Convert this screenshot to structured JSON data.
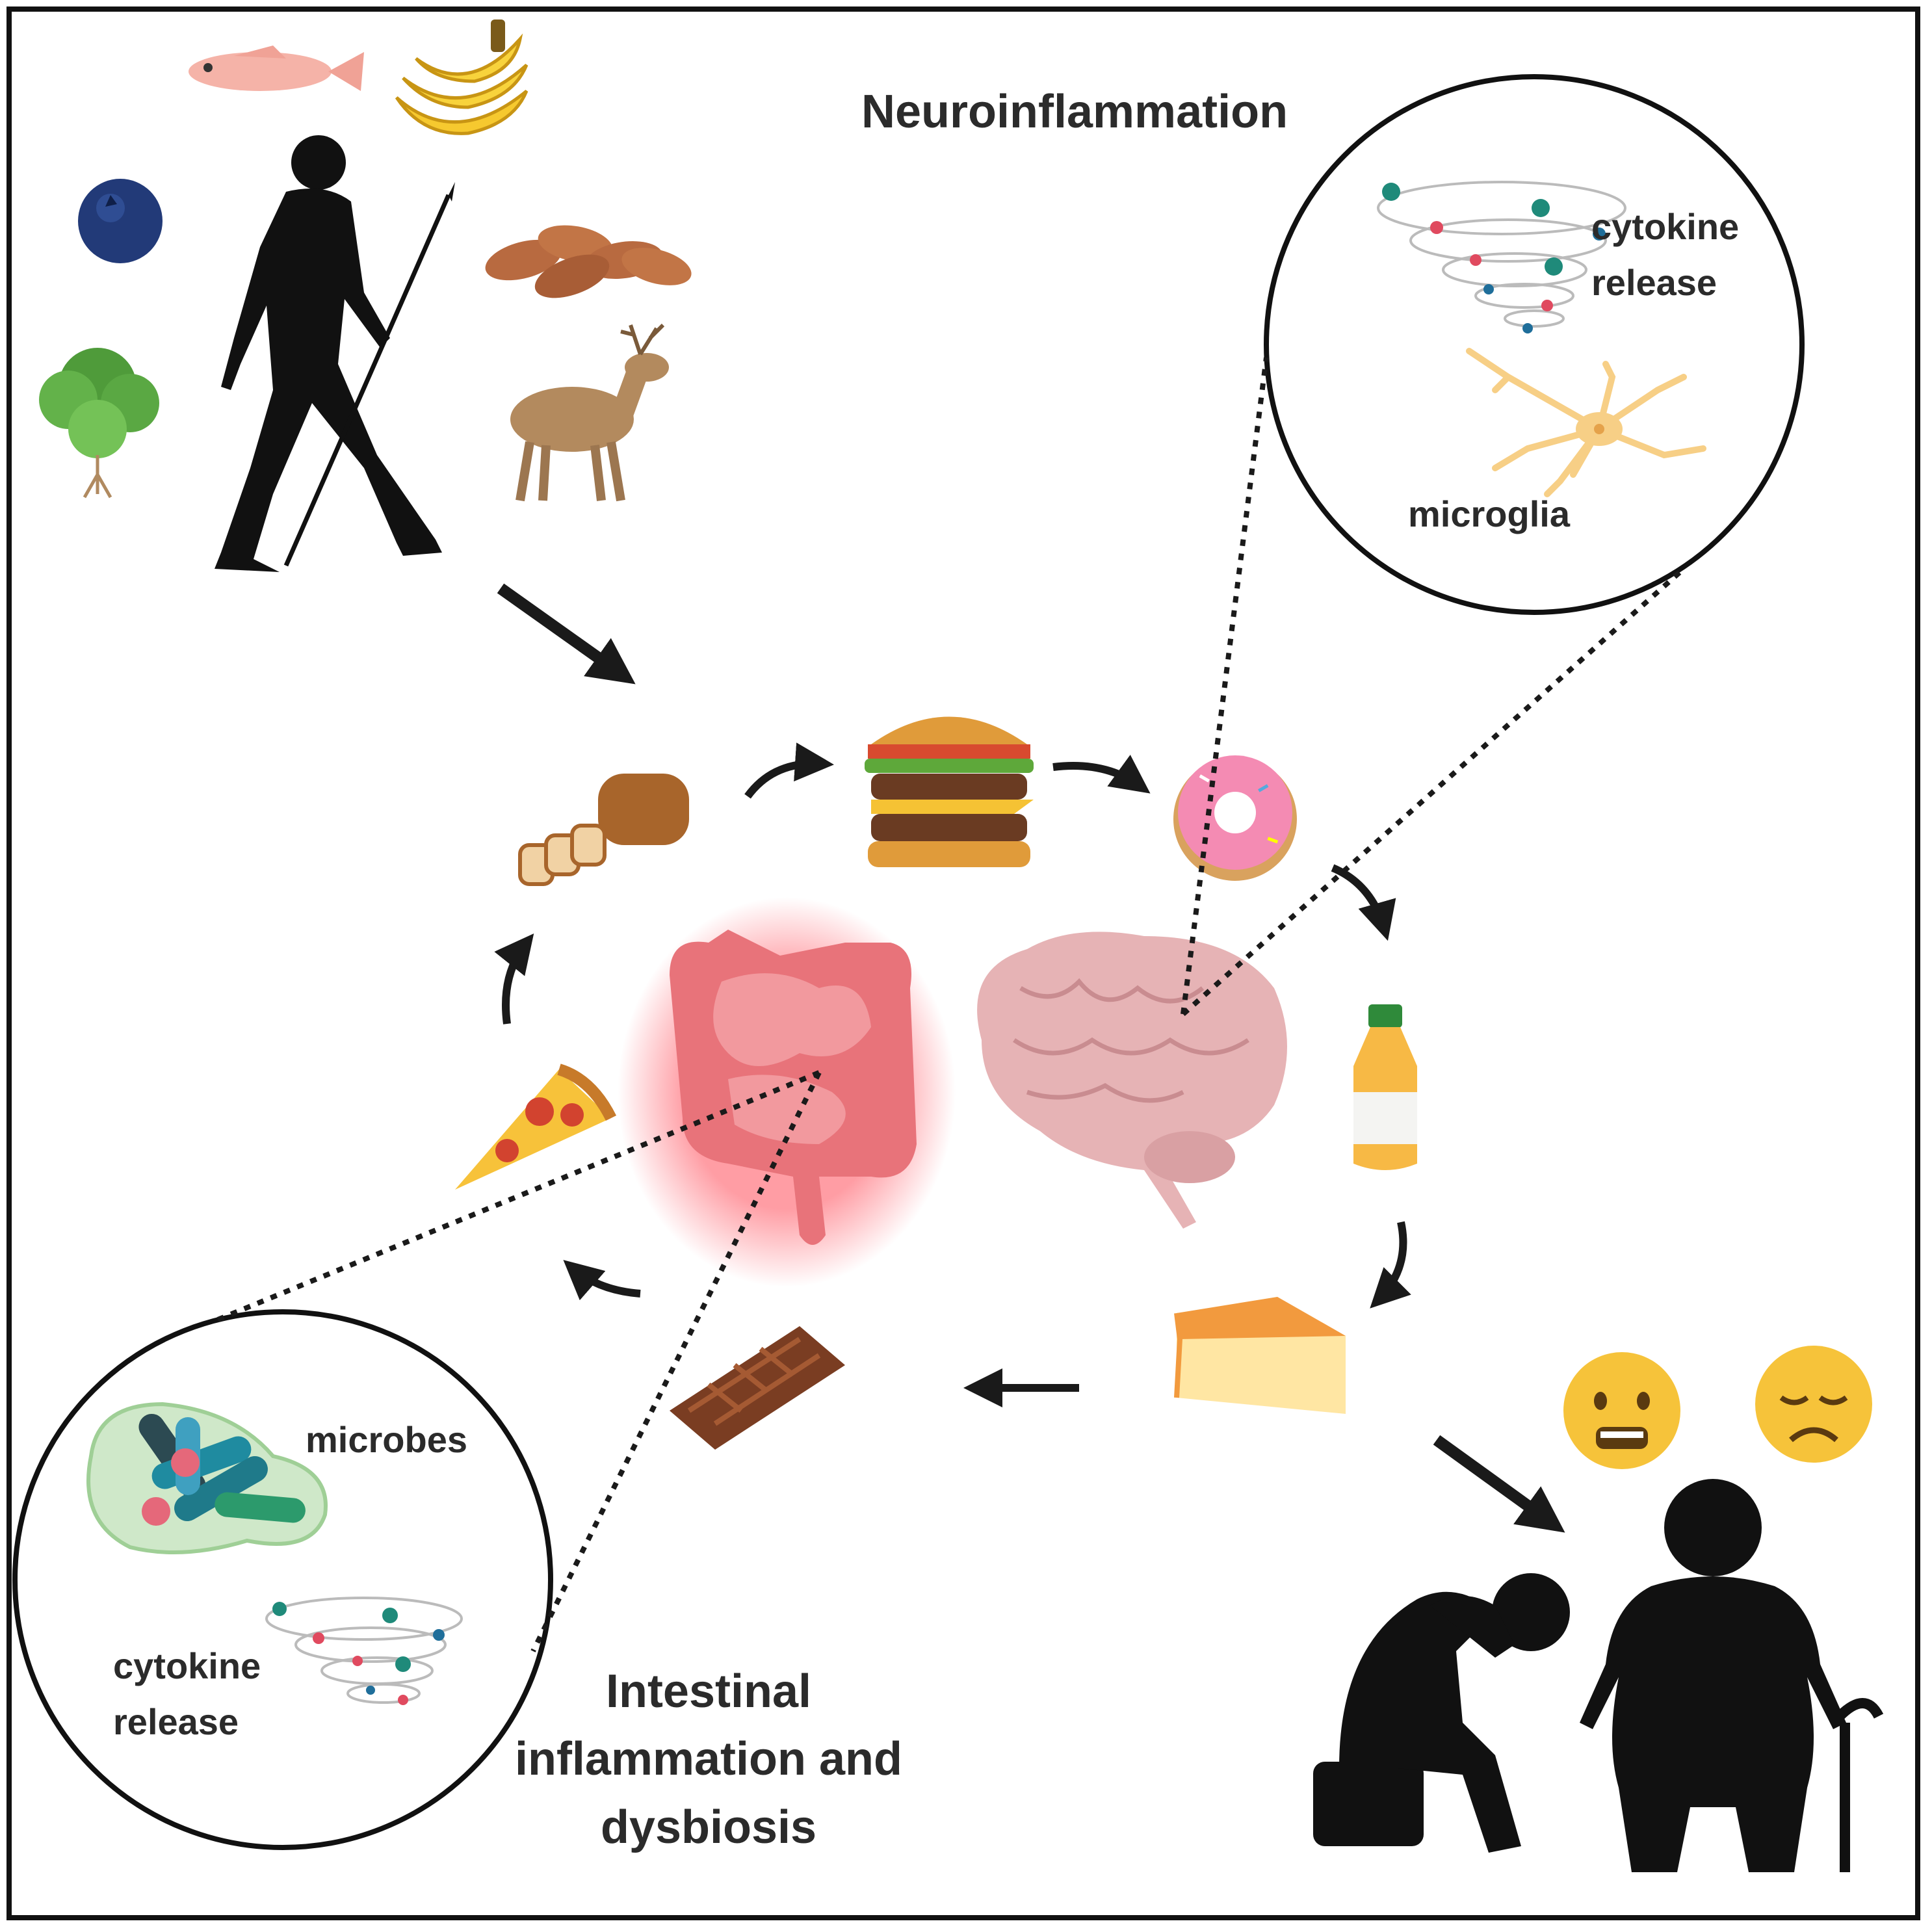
{
  "labels": {
    "neuroinflammation": "Neuroinflammation",
    "cytokine_top": "cytokine",
    "release_top": "release",
    "microglia": "microglia",
    "microbes": "microbes",
    "cytokine_bottom": "cytokine",
    "release_bottom": "release",
    "intestinal": "Intestinal inflammation and dysbiosis"
  },
  "icons": {
    "paleo_diet": [
      "fish-icon",
      "banana-icon",
      "blueberry-icon",
      "almonds-icon",
      "lettuce-icon",
      "deer-icon"
    ],
    "hunter": "hunter-silhouette-icon",
    "western_diet_cycle": [
      "bread-icon",
      "burger-icon",
      "donut-icon",
      "juice-bottle-icon",
      "cheese-icon",
      "chocolate-icon",
      "pizza-icon"
    ],
    "organs": [
      "intestine-icon",
      "brain-icon"
    ],
    "zoom_top": [
      "cytokine-swirl-icon",
      "microglia-icon"
    ],
    "zoom_bottom": [
      "microbes-icon",
      "cytokine-swirl-icon"
    ],
    "outcomes": [
      "anxious-face-icon",
      "sad-face-icon",
      "depressed-person-icon",
      "obese-elderly-person-icon"
    ]
  },
  "colors": {
    "intestine": "#e8737a",
    "intestine_glow": "#ff4d5a",
    "brain": "#e6b3b5",
    "microglia": "#f7cf86",
    "emoji": "#f6c33a",
    "silhouette": "#111111"
  }
}
